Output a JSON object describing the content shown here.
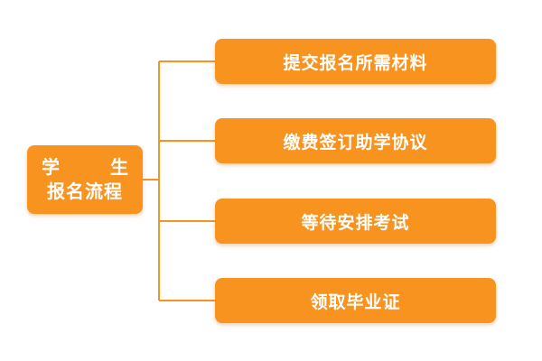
{
  "root": {
    "line1": [
      "学",
      "生"
    ],
    "line2": "报名流程"
  },
  "steps": [
    {
      "label": "提交报名所需材料"
    },
    {
      "label": "缴费签订助学协议"
    },
    {
      "label": "等待安排考试"
    },
    {
      "label": "领取毕业证"
    }
  ],
  "colors": {
    "box": "#f7931e",
    "text": "#ffffff",
    "connector": "#f7931e"
  }
}
